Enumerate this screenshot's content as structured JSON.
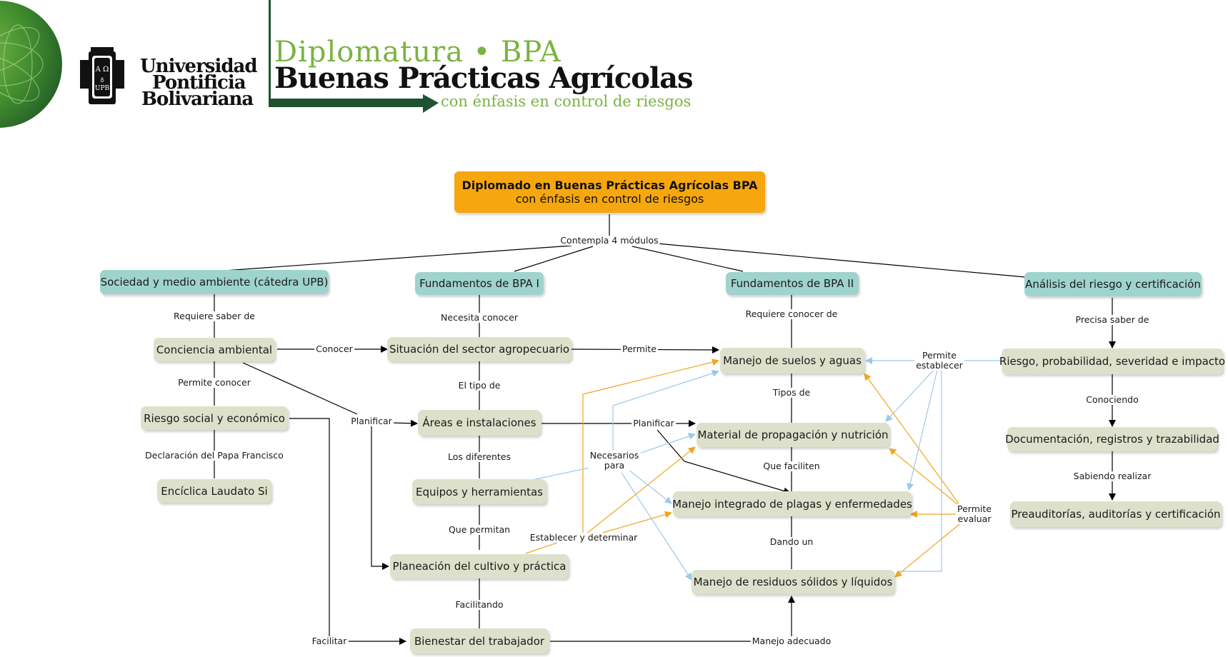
{
  "header": {
    "line1": "Diplomatura • BPA",
    "line2": "Buenas Prácticas Agrícolas",
    "line3": "con énfasis en control de riesgos",
    "university": [
      "Universidad",
      "Pontificia",
      "Bolivariana"
    ],
    "crest_text": "Α Ω UPB"
  },
  "colors": {
    "orange": "#f7a70e",
    "teal": "#9fd3cd",
    "green_node": "#dde1cb",
    "brand_green": "#7ab342",
    "dark_green": "#1f5230",
    "light_blue_edge": "#9cc8ea",
    "orange_edge": "#f0a520"
  },
  "nodes": {
    "main_title": "Diplomado en Buenas Prácticas Agrícolas BPA",
    "main_subtitle": "con énfasis en control de riesgos",
    "sociedad": "Sociedad y medio ambiente (cátedra UPB)",
    "fund1": "Fundamentos de BPA I",
    "fund2": "Fundamentos de BPA II",
    "analisis": "Análisis del riesgo y certificación",
    "conciencia": "Conciencia ambiental",
    "riesgo_social": "Riesgo social y económico",
    "enciclica": "Encíclica Laudato Si",
    "situacion": "Situación del sector agropecuario",
    "areas": "Áreas e instalaciones",
    "equipos": "Equipos y herramientas",
    "planeacion": "Planeación del cultivo y práctica",
    "bienestar": "Bienestar del trabajador",
    "suelos": "Manejo de suelos y aguas",
    "material": "Material de propagación y nutrición",
    "plagas": "Manejo integrado de plagas y enfermedades",
    "residuos": "Manejo de residuos sólidos y líquidos",
    "riesgo_prob": "Riesgo, probabilidad, severidad e impacto",
    "documentacion": "Documentación, registros y trazabilidad",
    "preauditorias": "Preauditorías, auditorías y certificación"
  },
  "labels": {
    "contempla": "Contempla 4 módulos",
    "requiere_saber": "Requiere saber de",
    "necesita_conocer": "Necesita conocer",
    "requiere_conocer": "Requiere conocer de",
    "precisa_saber": "Precisa saber de",
    "conocer": "Conocer",
    "permite": "Permite",
    "permite_conocer": "Permite conocer",
    "declaracion": "Declaración del Papa Francisco",
    "el_tipo_de": "El tipo de",
    "planificar1": "Planificar",
    "planificar2": "Planificar",
    "los_diferentes": "Los diferentes",
    "necesarios_para": "Necesarios\npara",
    "que_permitan": "Que permitan",
    "establecer_determinar": "Establecer y determinar",
    "facilitando": "Facilitando",
    "facilitar": "Facilitar",
    "manejo_adecuado": "Manejo adecuado",
    "tipos_de": "Tipos de",
    "que_faciliten": "Que faciliten",
    "dando_un": "Dando un",
    "permite_establecer": "Permite\nestablecer",
    "permite_evaluar": "Permite\nevaluar",
    "conociendo": "Conociendo",
    "sabiendo_realizar": "Sabiendo realizar"
  }
}
